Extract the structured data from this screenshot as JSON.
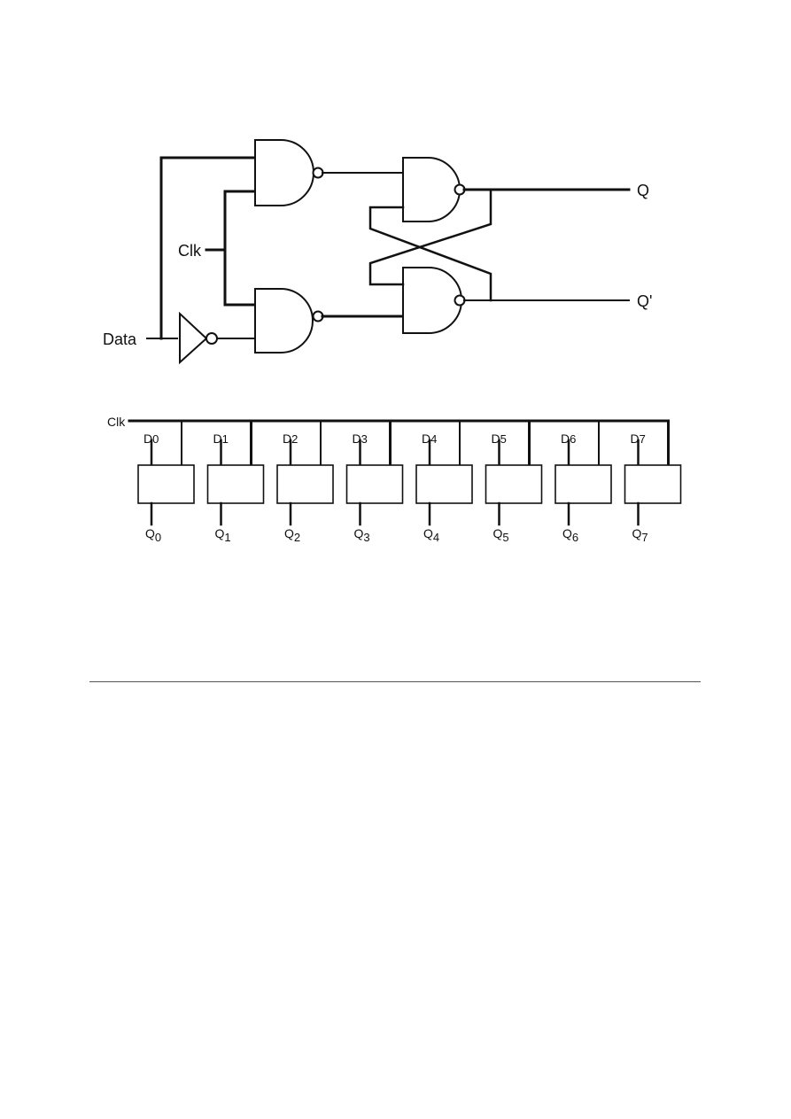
{
  "latch_diagram": {
    "labels": {
      "data": "Data",
      "clk": "Clk",
      "q": "Q",
      "q_bar": "Q'"
    }
  },
  "register_diagram": {
    "clk_label": "Clk",
    "cells": [
      {
        "d": "D",
        "d_sub": "0",
        "q": "Q",
        "q_sub": "0"
      },
      {
        "d": "D",
        "d_sub": "1",
        "q": "Q",
        "q_sub": "1"
      },
      {
        "d": "D",
        "d_sub": "2",
        "q": "Q",
        "q_sub": "2"
      },
      {
        "d": "D",
        "d_sub": "3",
        "q": "Q",
        "q_sub": "3"
      },
      {
        "d": "D",
        "d_sub": "4",
        "q": "Q",
        "q_sub": "4"
      },
      {
        "d": "D",
        "d_sub": "5",
        "q": "Q",
        "q_sub": "5"
      },
      {
        "d": "D",
        "d_sub": "6",
        "q": "Q",
        "q_sub": "6"
      },
      {
        "d": "D",
        "d_sub": "7",
        "q": "Q",
        "q_sub": "7"
      }
    ]
  },
  "colors": {
    "ink": "#111111",
    "background": "#ffffff",
    "rule": "#555555"
  }
}
